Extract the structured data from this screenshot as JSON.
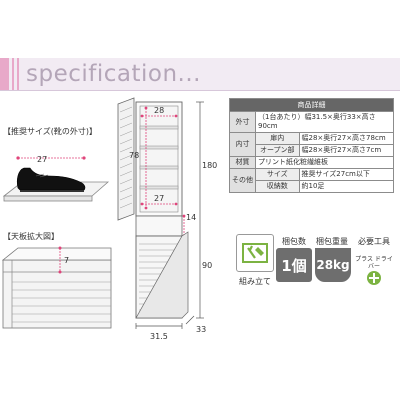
{
  "header": {
    "title": "specification..."
  },
  "captions": {
    "shoe_size": "【推奨サイズ(靴の外寸)】",
    "top_board": "【天板拡大図】"
  },
  "dimensions": {
    "shoe_width": "27",
    "top_depth": "7",
    "shelf_width": "28",
    "cabinet_height": "78",
    "shelf_depth": "27",
    "gap": "14",
    "total_height": "180",
    "lower_height": "90",
    "width": "31.5",
    "depth": "33"
  },
  "table": {
    "header": "商品詳細",
    "rows": [
      {
        "label": "外寸",
        "value": "（1台あたり）幅31.5×奥行33×高さ90cm"
      },
      {
        "label": "内寸",
        "sub": "扉内",
        "value": "幅28×奥行27×高さ78cm"
      },
      {
        "label": "",
        "sub": "オープン部",
        "value": "幅28×奥行27×高さ7cm"
      },
      {
        "label": "材質",
        "value": "プリント紙化粧繊維板"
      },
      {
        "label": "その他",
        "sub": "サイズ",
        "value": "推奨サイズ27cm以下"
      },
      {
        "label": "",
        "sub": "収納数",
        "value": "約10足"
      }
    ]
  },
  "features": [
    {
      "top": "",
      "icon": "assembly-icon",
      "label": "組み立て"
    },
    {
      "top": "梱包数",
      "value": "1個",
      "icon": "",
      "label": ""
    },
    {
      "top": "梱包重量",
      "value": "28kg",
      "icon": "",
      "label": ""
    },
    {
      "top": "必要工具",
      "value": "プラス ドライバー",
      "icon": "screwdriver-icon",
      "label": ""
    }
  ],
  "colors": {
    "accent": "#e8a9c9",
    "header_bg": "#f2ebf3",
    "title": "#b4a6b8",
    "table_header": "#666666",
    "dim_pink": "#e0457b"
  }
}
